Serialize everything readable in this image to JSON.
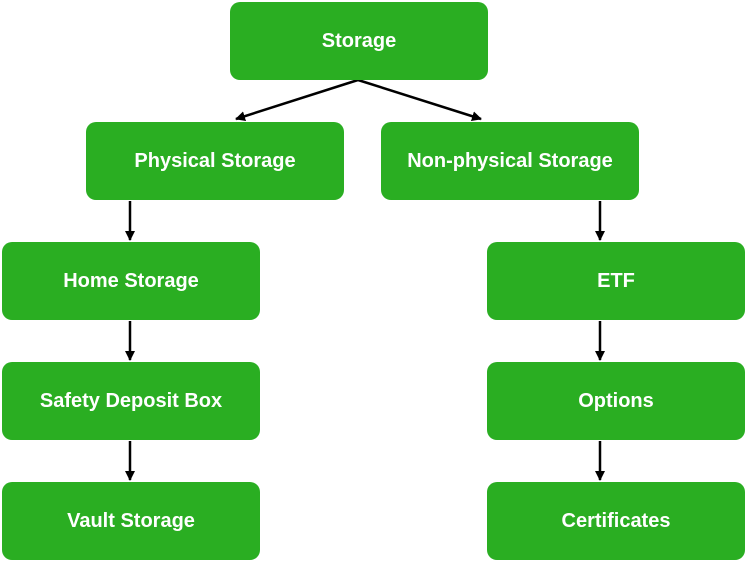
{
  "nodes": {
    "root": "Storage",
    "physical": "Physical Storage",
    "nonphysical": "Non-physical Storage",
    "home": "Home Storage",
    "safety": "Safety Deposit Box",
    "vault": "Vault Storage",
    "etf": "ETF",
    "options": "Options",
    "certificates": "Certificates"
  },
  "colors": {
    "node": "#2aae22",
    "arrow": "#000000"
  }
}
